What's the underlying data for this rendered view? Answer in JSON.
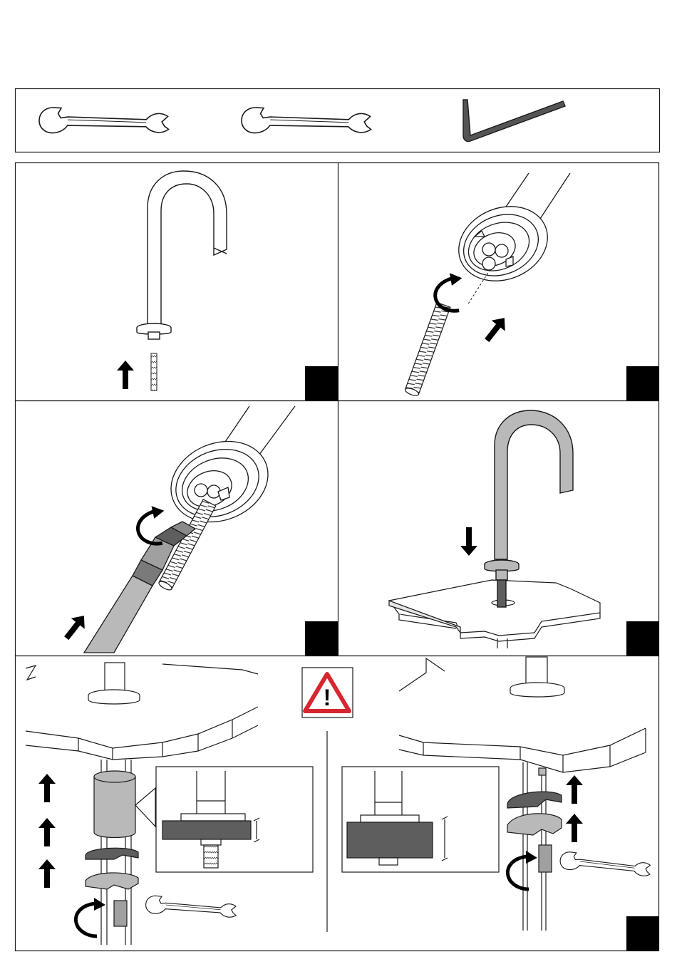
{
  "tools": [
    {
      "name": "open-end-wrench-icon"
    },
    {
      "name": "open-end-wrench-icon"
    },
    {
      "name": "allen-key-icon"
    }
  ],
  "steps": [
    {
      "name": "step-1-insert-threaded-rod"
    },
    {
      "name": "step-2-screw-rod-into-base"
    },
    {
      "name": "step-3-connect-hose"
    },
    {
      "name": "step-4-lower-spout"
    },
    {
      "name": "step-5-tighten-from-below"
    }
  ],
  "warning": {
    "icon": "warning-triangle-icon",
    "symbol": "!"
  },
  "colors": {
    "line": "#1a1a1a",
    "gray_fill": "#b9b9b9",
    "dark_fill": "#5e5e5e",
    "warning_red": "#d6262f"
  }
}
